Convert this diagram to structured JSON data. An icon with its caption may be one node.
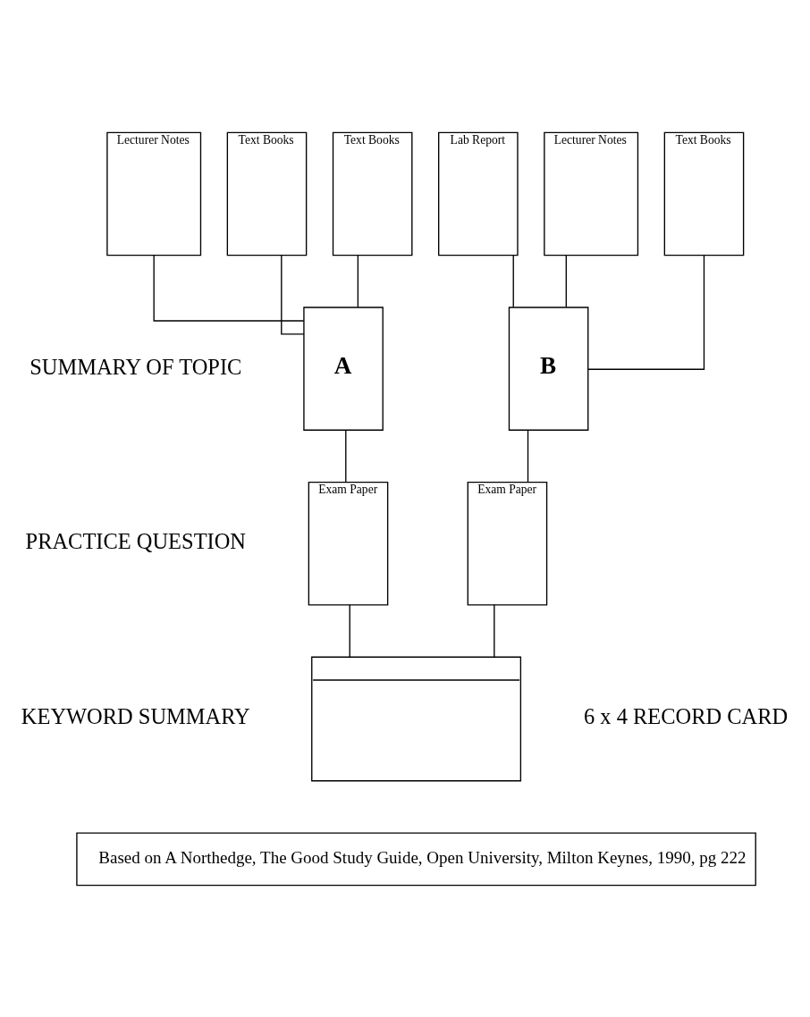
{
  "diagram": {
    "nodes": [
      {
        "text": [
          "Lecturer Notes"
        ]
      },
      {
        "text": [
          "Text Books"
        ]
      },
      {
        "text": [
          "Text Books"
        ]
      },
      {
        "text": [
          "Lab Report"
        ]
      },
      {
        "text": [
          "Lecturer Notes"
        ]
      },
      {
        "text": [
          "Text Books"
        ]
      },
      {
        "text": [
          "A"
        ]
      },
      {
        "text": [
          "B"
        ]
      },
      {
        "text": [
          "Exam Paper"
        ]
      },
      {
        "text": [
          "Exam Paper"
        ]
      },
      {
        "text": [],
        "shape": "box",
        "beside": [
          "6 x 4 RECORD CARD"
        ]
      },
      {
        "text": [
          "Based on A Northedge, The Good Study Guide, Open University, Milton Keynes, 1990, pg 222"
        ]
      }
    ],
    "edges": [
      {
        "from": 0,
        "to": 6,
        "arrow": "none"
      },
      {
        "from": 1,
        "to": 6,
        "arrow": "none"
      },
      {
        "from": 2,
        "to": 6,
        "arrow": "none"
      },
      {
        "from": 3,
        "to": 7,
        "arrow": "none"
      },
      {
        "from": 4,
        "to": 7,
        "arrow": "none"
      },
      {
        "from": 5,
        "to": 7,
        "arrow": "none"
      },
      {
        "from": 6,
        "to": 8,
        "arrow": "none"
      },
      {
        "from": 7,
        "to": 9,
        "arrow": "none"
      },
      {
        "from": 8,
        "to": 10,
        "arrow": "none"
      },
      {
        "from": 9,
        "to": 10,
        "arrow": "none"
      }
    ],
    "labels": [
      "SUMMARY OF TOPIC",
      "PRACTICE QUESTION",
      "KEYWORD SUMMARY"
    ]
  }
}
